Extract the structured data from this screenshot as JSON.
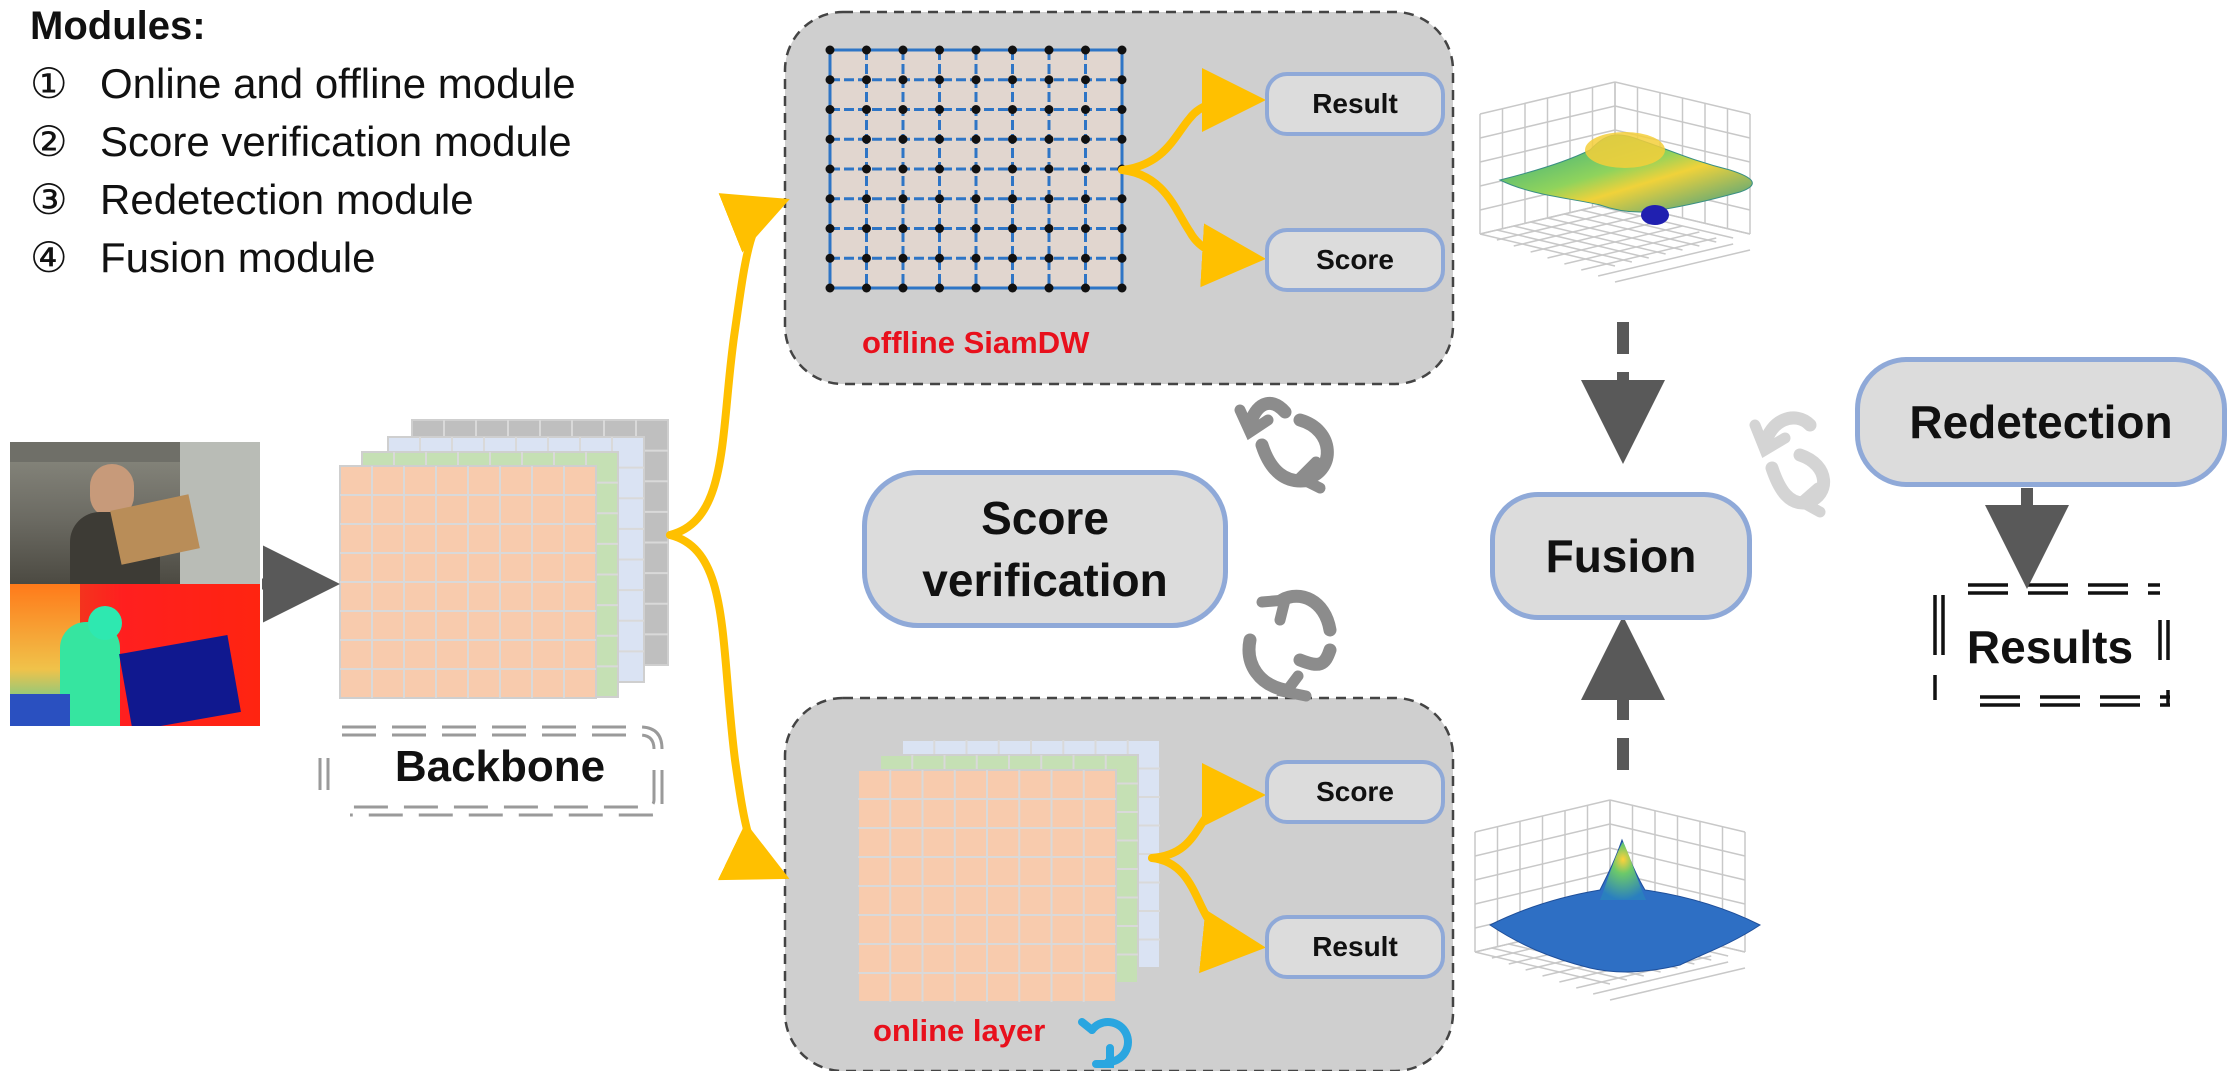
{
  "legend": {
    "title": "Modules:",
    "items": [
      {
        "num": "①",
        "label": "Online and offline module"
      },
      {
        "num": "②",
        "label": "Score verification module"
      },
      {
        "num": "③",
        "label": "Redetection module"
      },
      {
        "num": "④",
        "label": "Fusion module"
      }
    ]
  },
  "offline_module": {
    "label": "offline SiamDW",
    "result_label": "Result",
    "score_label": "Score"
  },
  "online_module": {
    "label": "online layer",
    "score_label": "Score",
    "result_label": "Result"
  },
  "backbone": {
    "label": "Backbone"
  },
  "score_verification": {
    "label_line1": "Score",
    "label_line2": "verification"
  },
  "fusion": {
    "label": "Fusion"
  },
  "redetection": {
    "label": "Redetection"
  },
  "results": {
    "label": "Results"
  },
  "colors": {
    "arrow_orange": "#ffc000",
    "arrow_gray": "#595959",
    "pill_border": "#8fa9d8",
    "pill_fill": "#dcdcdc",
    "module_fill": "#cfcfcf",
    "feature_orange": "#f8cbad",
    "feature_green": "#c5e0b4",
    "feature_blue": "#dae3f3",
    "feature_gray": "#bfbfbf",
    "red_text": "#e8101c",
    "grid_blue": "#2e75c6"
  }
}
